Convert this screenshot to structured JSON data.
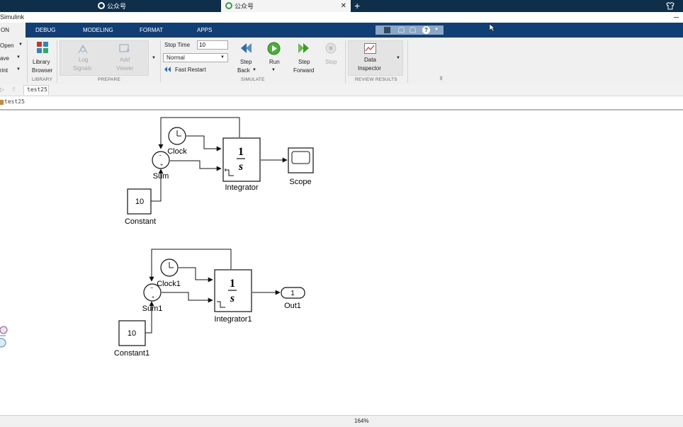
{
  "browser": {
    "tabs": [
      {
        "label": "公众号"
      },
      {
        "label": "公众号"
      }
    ],
    "close_glyph": "✕",
    "new_tab_glyph": "+"
  },
  "window": {
    "title": "Simulink"
  },
  "toolstrip": {
    "tabs": [
      "ON",
      "DEBUG",
      "MODELING",
      "FORMAT",
      "APPS"
    ],
    "file": {
      "open": "Open",
      "save": "ave",
      "print": "rint"
    },
    "library": {
      "button": "Library\nBrowser",
      "line1": "Library",
      "line2": "Browser",
      "section": "LIBRARY"
    },
    "prepare": {
      "log_signals_1": "Log",
      "log_signals_2": "Signals",
      "add_viewer_1": "Add",
      "add_viewer_2": "Viewer",
      "section": "PREPARE"
    },
    "simulate": {
      "stop_time_label": "Stop Time",
      "stop_time_value": "10",
      "mode": "Normal",
      "fast_restart": "Fast Restart",
      "step_back_1": "Step",
      "step_back_2": "Back",
      "run": "Run",
      "step_forward_1": "Step",
      "step_forward_2": "Forward",
      "stop": "Stop",
      "section": "SIMULATE"
    },
    "review": {
      "data_inspector_1": "Data",
      "data_inspector_2": "Inspector",
      "section": "REVIEW RESULTS"
    }
  },
  "model": {
    "tab": "test25",
    "breadcrumb": "test25"
  },
  "diagram": {
    "group1": {
      "clock": "Clock",
      "sum": "Sum",
      "integrator": "Integrator",
      "scope": "Scope",
      "constant": "Constant",
      "constant_value": "10",
      "integrator_num": "1",
      "integrator_den": "s",
      "sum_sign_top": "−",
      "sum_sign_bottom": "+"
    },
    "group2": {
      "clock": "Clock1",
      "sum": "Sum1",
      "integrator": "Integrator1",
      "outport": "Out1",
      "outport_value": "1",
      "constant": "Constant1",
      "constant_value": "10",
      "integrator_num": "1",
      "integrator_den": "s",
      "sum_sign_top": "−",
      "sum_sign_bottom": "+"
    }
  },
  "status": {
    "zoom": "164%"
  },
  "colors": {
    "tabstrip": "#0f2e4a",
    "toolstrip_tabs": "#113f75",
    "ribbon": "#f0f0f0",
    "run_green": "#4caf3a"
  }
}
